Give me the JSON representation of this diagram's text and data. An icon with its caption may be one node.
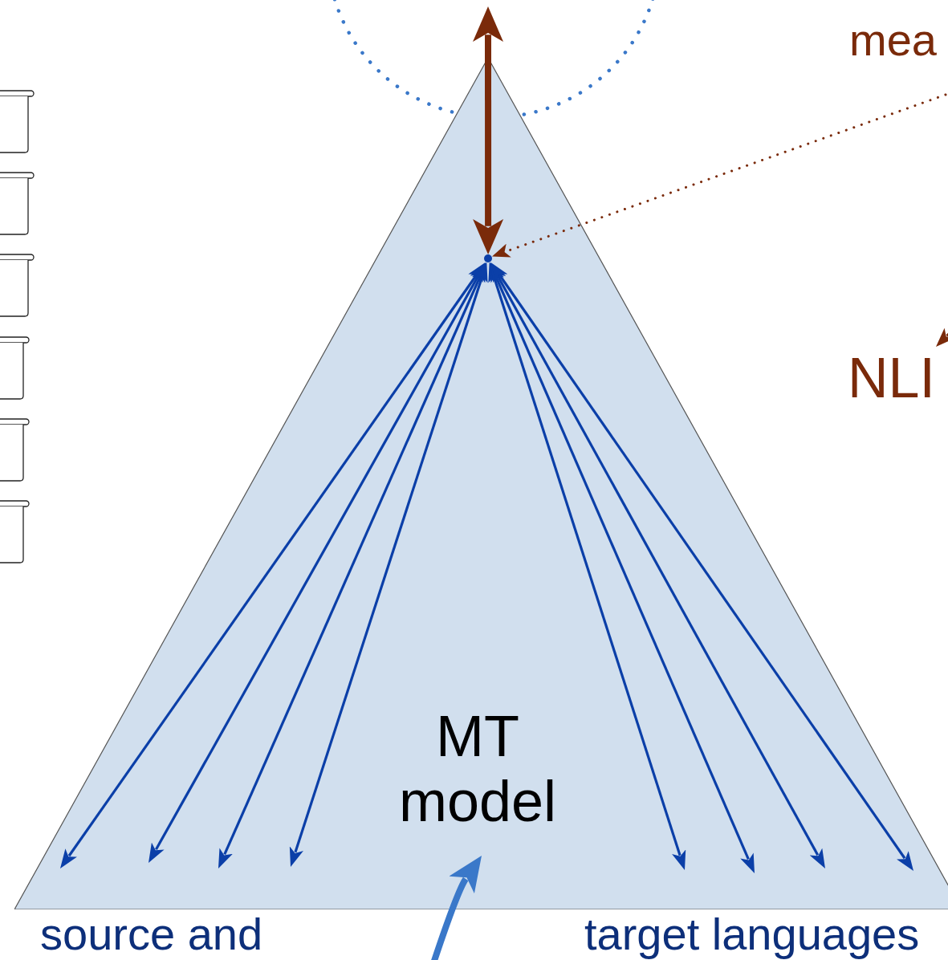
{
  "diagram": {
    "nodes": [
      {
        "text": [],
        "shape": "circle"
      },
      {
        "text": [
          "MT model"
        ]
      },
      {
        "text": [],
        "shape": "dot",
        "in": 1
      },
      {
        "text": [
          "mea"
        ]
      },
      {
        "text": [
          "NLI"
        ]
      },
      {
        "text": [],
        "shape": "box"
      },
      {
        "text": [],
        "shape": "box"
      },
      {
        "text": [],
        "shape": "box"
      },
      {
        "text": [],
        "shape": "box"
      },
      {
        "text": [],
        "shape": "box"
      },
      {
        "text": [],
        "shape": "box"
      }
    ],
    "edges": [
      {
        "from": 2,
        "to": null,
        "arrow": "both"
      },
      {
        "from": 2,
        "to": null,
        "arrow": "both"
      },
      {
        "from": 2,
        "to": null,
        "arrow": "both"
      },
      {
        "from": 2,
        "to": null,
        "arrow": "both"
      },
      {
        "from": 2,
        "to": null,
        "arrow": "both"
      },
      {
        "from": 2,
        "to": null,
        "arrow": "both"
      },
      {
        "from": 2,
        "to": null,
        "arrow": "both"
      },
      {
        "from": 2,
        "to": null,
        "arrow": "both"
      },
      {
        "from": 0,
        "to": 2,
        "arrow": "both",
        "style": "thick",
        "color": "#7a2a0a"
      },
      {
        "from": 3,
        "to": 2,
        "arrow": "to",
        "style": "dashed",
        "color": "#7a2a0a"
      },
      {
        "from": null,
        "to": 4,
        "arrow": "to",
        "color": "#7a2a0a"
      },
      {
        "from": null,
        "to": 1,
        "arrow": "to",
        "style": "thick",
        "color": "#3a78c9"
      }
    ],
    "labels": [
      "source and",
      "target languages"
    ]
  }
}
